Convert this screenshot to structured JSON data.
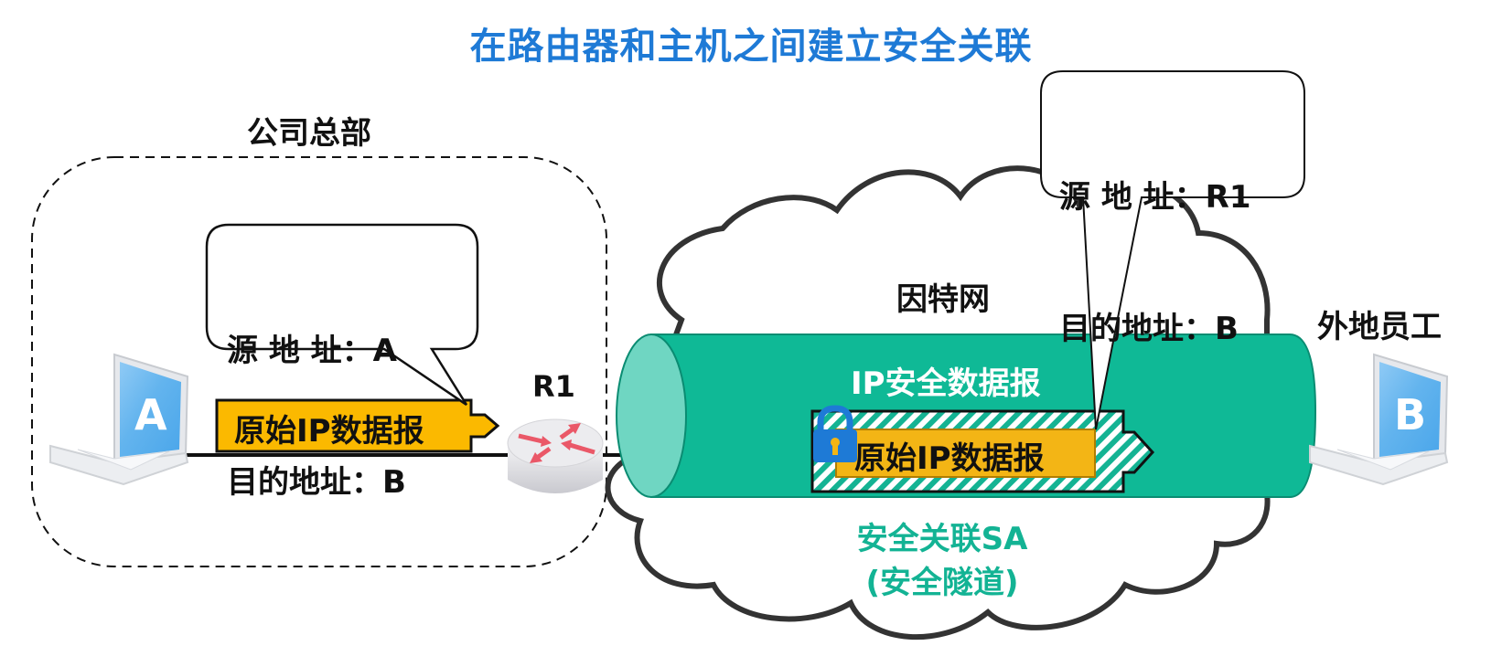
{
  "title": "在路由器和主机之间建立安全关联",
  "headquarters": {
    "label": "公司总部",
    "host_a": {
      "letter": "A"
    },
    "router": {
      "label": "R1"
    },
    "callout": {
      "line1": "源 地 址：A",
      "line2": "目的地址：B"
    },
    "packet_label": "原始IP数据报"
  },
  "internet": {
    "label": "因特网",
    "tunnel": {
      "title": "IP安全数据报",
      "inner_packet_label": "原始IP数据报",
      "sa_label_line1": "安全关联SA",
      "sa_label_line2": "(安全隧道)"
    },
    "callout": {
      "line1": "源 地 址：R1",
      "line2": "目的地址：B"
    }
  },
  "remote": {
    "label": "外地员工",
    "host_b": {
      "letter": "B"
    }
  },
  "colors": {
    "title": "#1e7ad6",
    "tunnel": "#0fb996",
    "tunnel_edge": "#0a8c72",
    "tunnel_cap": "#6fd6c2",
    "packet": "#fbb900",
    "sa_text": "#13b394",
    "lock": "#1e7ad6"
  }
}
